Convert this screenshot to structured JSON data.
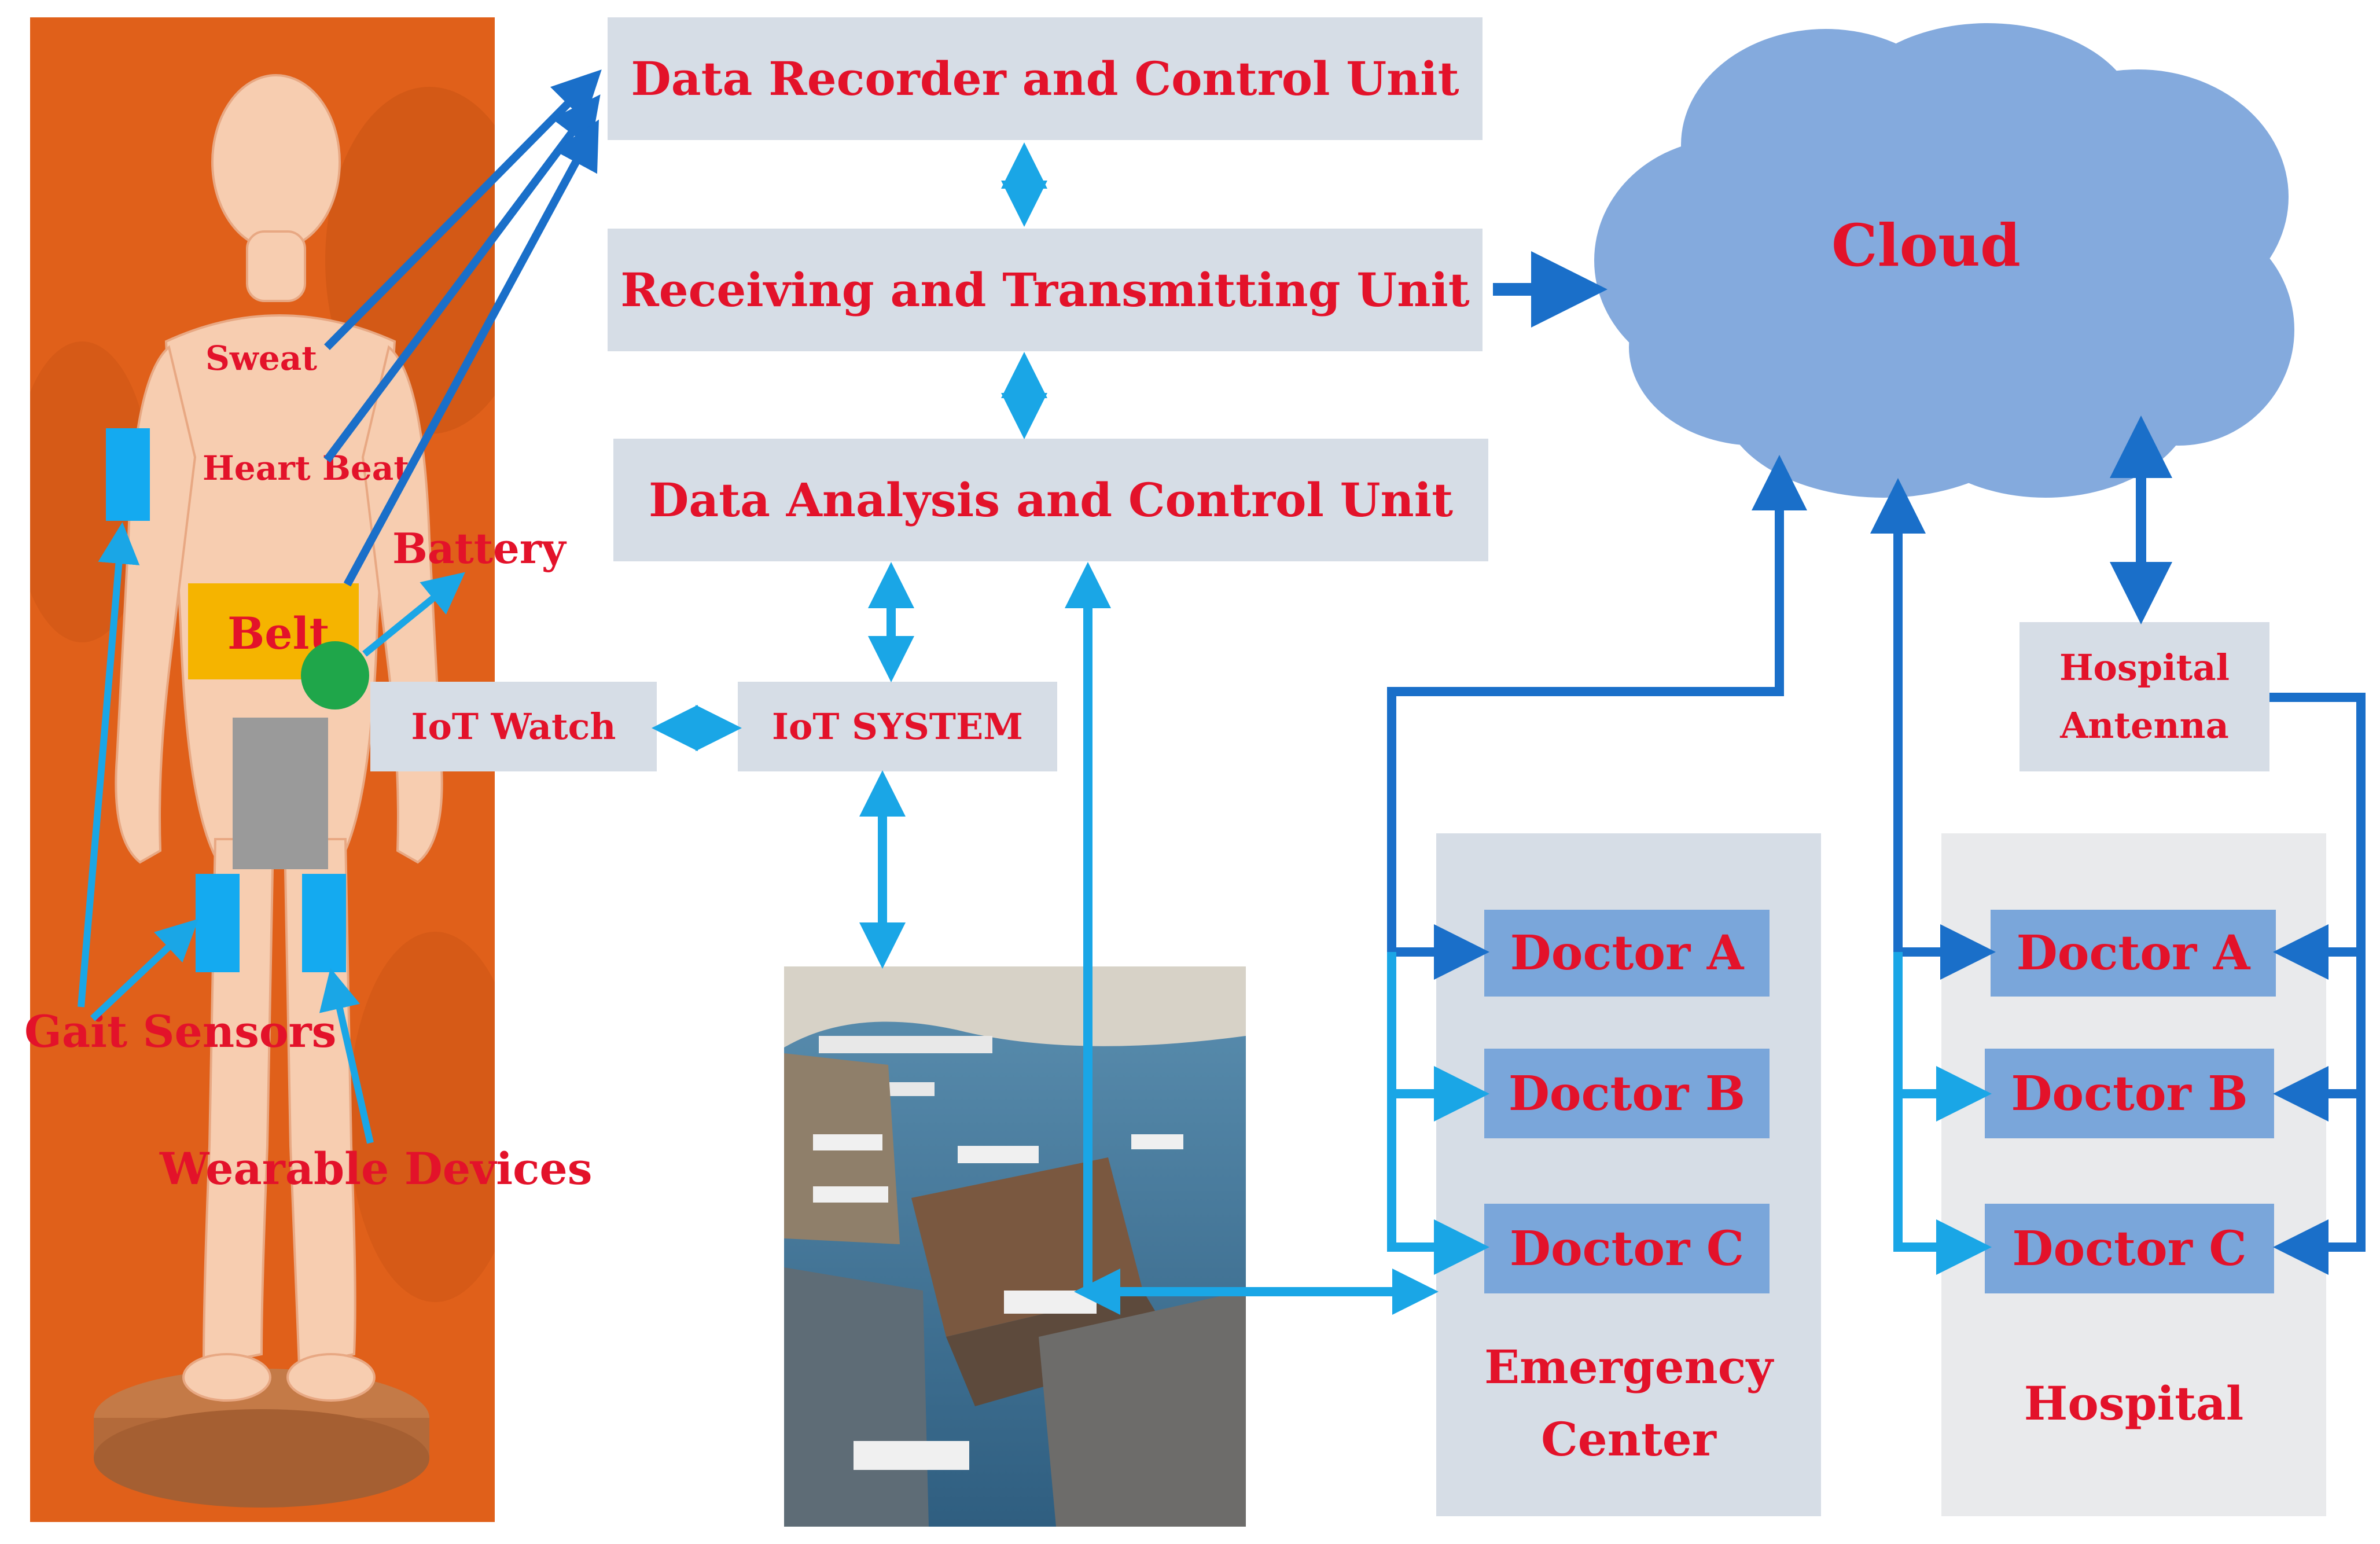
{
  "person_panel": {
    "labels": {
      "sweat": "Sweat",
      "heart_beat": "Heart Beat",
      "battery": "Battery",
      "belt": "Belt",
      "gait_sensors": "Gait Sensors",
      "wearable_devices": "Wearable Devices"
    }
  },
  "units": {
    "data_recorder": "Data Recorder and Control Unit",
    "receiving_transmitting": "Receiving and Transmitting Unit",
    "data_analysis": "Data Analysis and Control Unit"
  },
  "iot": {
    "watch": "IoT Watch",
    "system": "IoT SYSTEM"
  },
  "cloud": {
    "label": "Cloud"
  },
  "hospital_antenna": {
    "line1": "Hospital",
    "line2": "Antenna"
  },
  "emergency_center": {
    "title_line1": "Emergency",
    "title_line2": "Center",
    "doctors": [
      "Doctor A",
      "Doctor B",
      "Doctor C"
    ]
  },
  "hospital": {
    "title": "Hospital",
    "doctors": [
      "Doctor A",
      "Doctor B",
      "Doctor C"
    ]
  },
  "colors": {
    "accent_text": "#e3122a",
    "box_fill": "#d6dde6",
    "doctor_fill": "#7aa6da",
    "cloud_fill": "#84aadd",
    "person_bg": "#e0601a",
    "belt": "#f5b400",
    "battery": "#1fa64a",
    "sensor": "#14aaf0",
    "arrow_dark": "#1a6fc9",
    "arrow_light": "#1aa6e6"
  }
}
